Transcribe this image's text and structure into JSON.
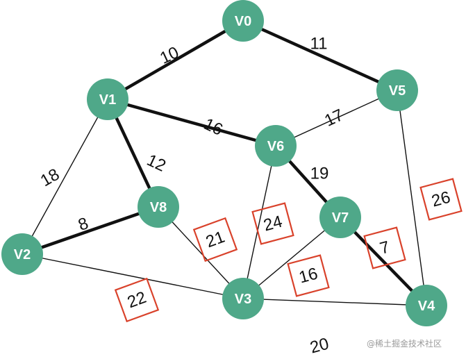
{
  "nodes": [
    {
      "id": "V0",
      "label": "V0"
    },
    {
      "id": "V1",
      "label": "V1"
    },
    {
      "id": "V2",
      "label": "V2"
    },
    {
      "id": "V3",
      "label": "V3"
    },
    {
      "id": "V4",
      "label": "V4"
    },
    {
      "id": "V5",
      "label": "V5"
    },
    {
      "id": "V6",
      "label": "V6"
    },
    {
      "id": "V7",
      "label": "V7"
    },
    {
      "id": "V8",
      "label": "V8"
    }
  ],
  "edges": [
    {
      "from": "V0",
      "to": "V1",
      "weight": "10",
      "in_tree": true,
      "boxed": false
    },
    {
      "from": "V0",
      "to": "V5",
      "weight": "11",
      "in_tree": true,
      "boxed": false
    },
    {
      "from": "V1",
      "to": "V6",
      "weight": "16",
      "in_tree": true,
      "boxed": false
    },
    {
      "from": "V5",
      "to": "V6",
      "weight": "17",
      "in_tree": false,
      "boxed": false
    },
    {
      "from": "V1",
      "to": "V8",
      "weight": "12",
      "in_tree": true,
      "boxed": false
    },
    {
      "from": "V1",
      "to": "V2",
      "weight": "18",
      "in_tree": false,
      "boxed": false
    },
    {
      "from": "V2",
      "to": "V8",
      "weight": "8",
      "in_tree": true,
      "boxed": false
    },
    {
      "from": "V6",
      "to": "V7",
      "weight": "19",
      "in_tree": true,
      "boxed": false
    },
    {
      "from": "V8",
      "to": "V3",
      "weight": "21",
      "in_tree": false,
      "boxed": true
    },
    {
      "from": "V6",
      "to": "V3",
      "weight": "24",
      "in_tree": false,
      "boxed": true
    },
    {
      "from": "V7",
      "to": "V4",
      "weight": "7",
      "in_tree": true,
      "boxed": true
    },
    {
      "from": "V5",
      "to": "V4",
      "weight": "26",
      "in_tree": false,
      "boxed": true
    },
    {
      "from": "V7",
      "to": "V3",
      "weight": "16",
      "in_tree": false,
      "boxed": true
    },
    {
      "from": "V2",
      "to": "V3",
      "weight": "22",
      "in_tree": false,
      "boxed": true
    },
    {
      "from": "V3",
      "to": "V4",
      "weight": "20",
      "in_tree": false,
      "boxed": false
    }
  ],
  "colors": {
    "node_fill": "#4fa889",
    "node_text": "#ffffff",
    "edge": "#111111",
    "box": "#d9422b"
  },
  "watermark": "@稀土掘金技术社区"
}
